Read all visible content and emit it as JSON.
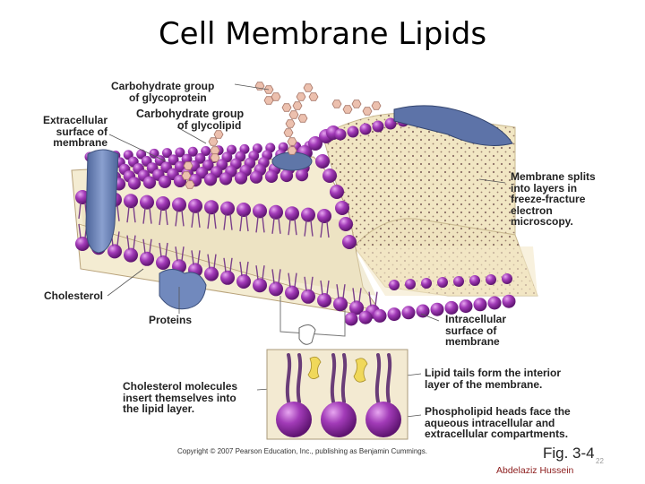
{
  "title": "Cell Membrane Lipids",
  "labels": {
    "glycoprotein_line1": "Carbohydrate group",
    "glycoprotein_line2a": "of ",
    "glycoprotein_line2b": "glycoprotein",
    "glycolipid_line1": "Carbohydrate group",
    "glycolipid_line2a": "of ",
    "glycolipid_line2b": "glycolipid",
    "extracellular_1": "Extracellular",
    "extracellular_2": "surface of",
    "extracellular_3": "membrane",
    "split_1": "Membrane splits",
    "split_2": "into layers in",
    "split_3": "freeze-fracture",
    "split_4": "electron",
    "split_5": "microscopy.",
    "cholesterol": "Cholesterol",
    "proteins": "Proteins",
    "intracellular_1": "Intracellular",
    "intracellular_2": "surface of",
    "intracellular_3": "membrane",
    "chol_mol_1": "Cholesterol molecules",
    "chol_mol_2": "insert themselves into",
    "chol_mol_3": "the lipid layer.",
    "tails_1": "Lipid tails form the interior",
    "tails_2": "layer of the membrane.",
    "heads_1": "Phospholipid heads face the",
    "heads_2": "aqueous intracellular and",
    "heads_3": "extracellular compartments."
  },
  "copyright": "Copyright © 2007 Pearson Education, Inc., publishing as Benjamin Cummings.",
  "figure_ref": "Fig. 3-4",
  "author": "Abdelaziz  Hussein",
  "slide_number": "22",
  "colors": {
    "head": "#8a2a9e",
    "head_light": "#c770d8",
    "tail_layer": "#f3ead0",
    "protein": "#6f86b8",
    "cholesterol": "#f2de6a",
    "sugar": "#e9b7a4"
  }
}
